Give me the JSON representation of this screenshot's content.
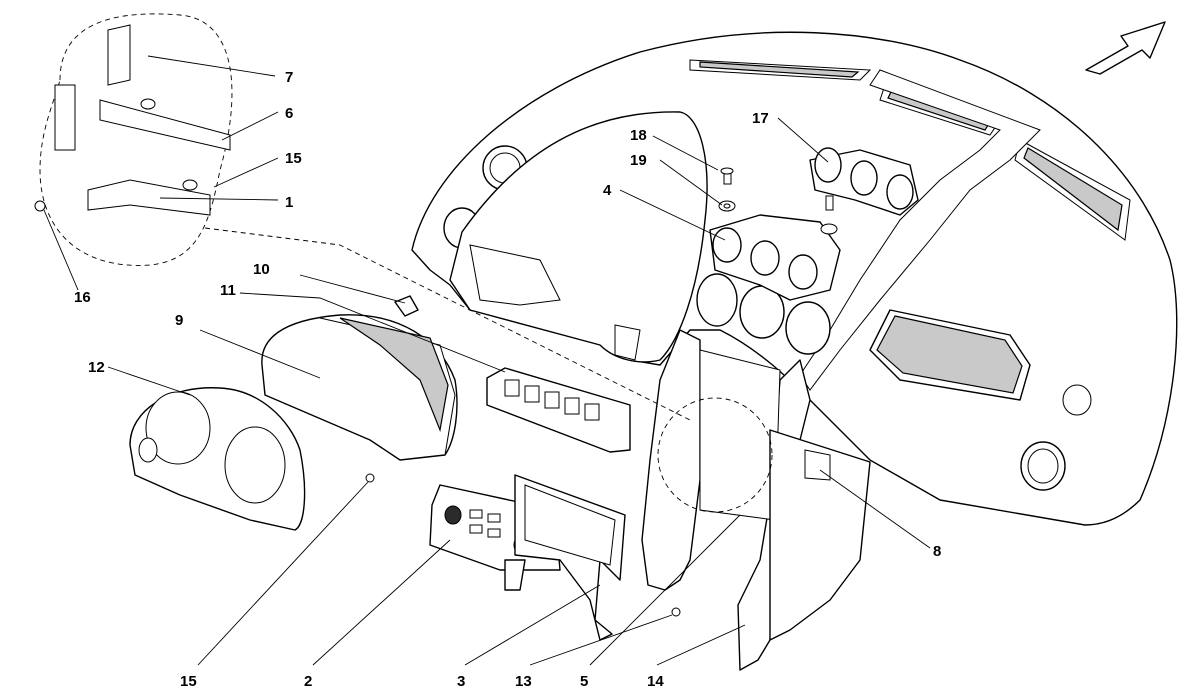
{
  "diagram": {
    "callouts": [
      {
        "id": "c7",
        "label": "7"
      },
      {
        "id": "c6",
        "label": "6"
      },
      {
        "id": "c15a",
        "label": "15"
      },
      {
        "id": "c1",
        "label": "1"
      },
      {
        "id": "c16",
        "label": "16"
      },
      {
        "id": "c10",
        "label": "10"
      },
      {
        "id": "c11",
        "label": "11"
      },
      {
        "id": "c9",
        "label": "9"
      },
      {
        "id": "c12",
        "label": "12"
      },
      {
        "id": "c18",
        "label": "18"
      },
      {
        "id": "c19",
        "label": "19"
      },
      {
        "id": "c4",
        "label": "4"
      },
      {
        "id": "c17",
        "label": "17"
      },
      {
        "id": "c8",
        "label": "8"
      },
      {
        "id": "c15b",
        "label": "15"
      },
      {
        "id": "c2",
        "label": "2"
      },
      {
        "id": "c3",
        "label": "3"
      },
      {
        "id": "c13",
        "label": "13"
      },
      {
        "id": "c5",
        "label": "5"
      },
      {
        "id": "c14",
        "label": "14"
      }
    ],
    "direction_arrow_icon": "direction-arrow-icon"
  }
}
